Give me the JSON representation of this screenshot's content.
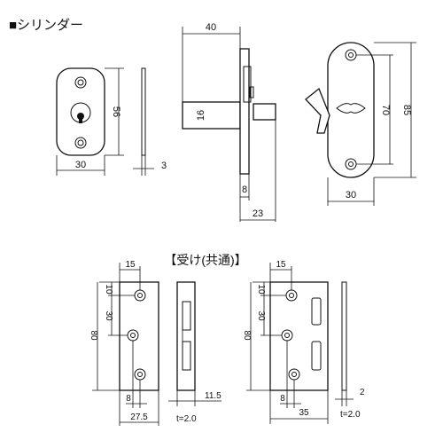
{
  "title": "■シリンダー",
  "receiver_title": "【受け(共通)】",
  "dims": {
    "front_width": "30",
    "front_height": "56",
    "side_thickness": "3",
    "depth": "40",
    "barrel_dia": "16",
    "plate_offset": "8",
    "projection": "23",
    "back_hole_pitch": "70",
    "back_height": "85",
    "back_width": "30",
    "r1_top_hole": "15",
    "r1_edge_margin": "10",
    "r1_hole_pitch": "30",
    "r1_height": "80",
    "r1_bottom_offset": "8",
    "r1_width": "27.5",
    "r1_side_depth": "11.5",
    "r1_thickness": "t=2.0",
    "r2_top_hole": "15",
    "r2_edge_margin": "10",
    "r2_hole_pitch": "30",
    "r2_height": "80",
    "r2_bottom_offset": "8",
    "r2_width": "35",
    "r2_side_depth": "2",
    "r2_thickness": "t=2.0"
  }
}
